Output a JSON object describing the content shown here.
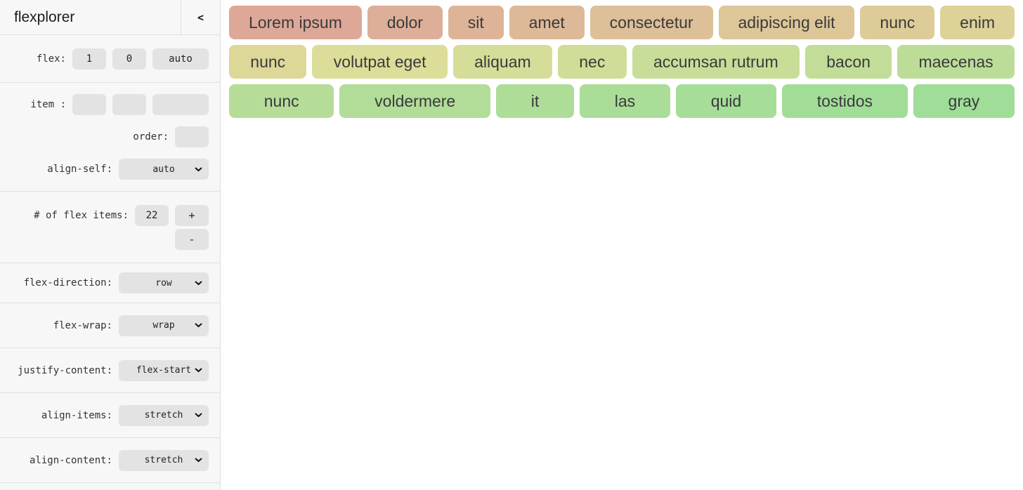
{
  "sidebar": {
    "title": "flexplorer",
    "collapse_button": "<",
    "flex": {
      "label": "flex:",
      "grow": "1",
      "shrink": "0",
      "basis": "auto"
    },
    "item": {
      "label": "item :",
      "grow": "",
      "shrink": "",
      "basis": ""
    },
    "order": {
      "label": "order:",
      "value": ""
    },
    "align_self": {
      "label": "align-self:",
      "value": "auto"
    },
    "count": {
      "label": "# of flex items:",
      "value": "22",
      "increment": "+",
      "decrement": "-"
    },
    "flex_direction": {
      "label": "flex-direction:",
      "value": "row"
    },
    "flex_wrap": {
      "label": "flex-wrap:",
      "value": "wrap"
    },
    "justify_content": {
      "label": "justify-content:",
      "value": "flex-start"
    },
    "align_items": {
      "label": "align-items:",
      "value": "stretch"
    },
    "align_content": {
      "label": "align-content:",
      "value": "stretch"
    }
  },
  "main": {
    "rows": [
      [
        {
          "label": "Lorem ipsum",
          "color": "#DDA898"
        },
        {
          "label": "dolor",
          "color": "#DDAE98"
        },
        {
          "label": "sit",
          "color": "#DDB498"
        },
        {
          "label": "amet",
          "color": "#DDB998"
        },
        {
          "label": "consectetur",
          "color": "#DDBF98"
        },
        {
          "label": "adipiscing elit",
          "color": "#DDC698"
        },
        {
          "label": "nunc",
          "color": "#DDCC98"
        },
        {
          "label": "enim",
          "color": "#DDD298"
        }
      ],
      [
        {
          "label": "nunc",
          "color": "#DDD798"
        },
        {
          "label": "volutpat eget",
          "color": "#DCDD98"
        },
        {
          "label": "aliquam",
          "color": "#D5DD98"
        },
        {
          "label": "nec",
          "color": "#CFDD98"
        },
        {
          "label": "accumsan rutrum",
          "color": "#C8DD98"
        },
        {
          "label": "bacon",
          "color": "#C1DD98"
        },
        {
          "label": "maecenas",
          "color": "#BCDD98"
        }
      ],
      [
        {
          "label": "nunc",
          "color": "#B5DD98"
        },
        {
          "label": "voldermere",
          "color": "#B1DD98"
        },
        {
          "label": "it",
          "color": "#AEDD98"
        },
        {
          "label": "las",
          "color": "#AADD98"
        },
        {
          "label": "quid",
          "color": "#A6DD98"
        },
        {
          "label": "tostidos",
          "color": "#A2DD98"
        },
        {
          "label": "gray",
          "color": "#9FDD98"
        }
      ]
    ]
  },
  "colors": {
    "sidebar_bg": "#F7F7F7",
    "control_bg": "#E3E3E3",
    "divider": "#E0E0E0",
    "main_bg": "#FFFFFF",
    "item_text": "#3A3A3A"
  }
}
